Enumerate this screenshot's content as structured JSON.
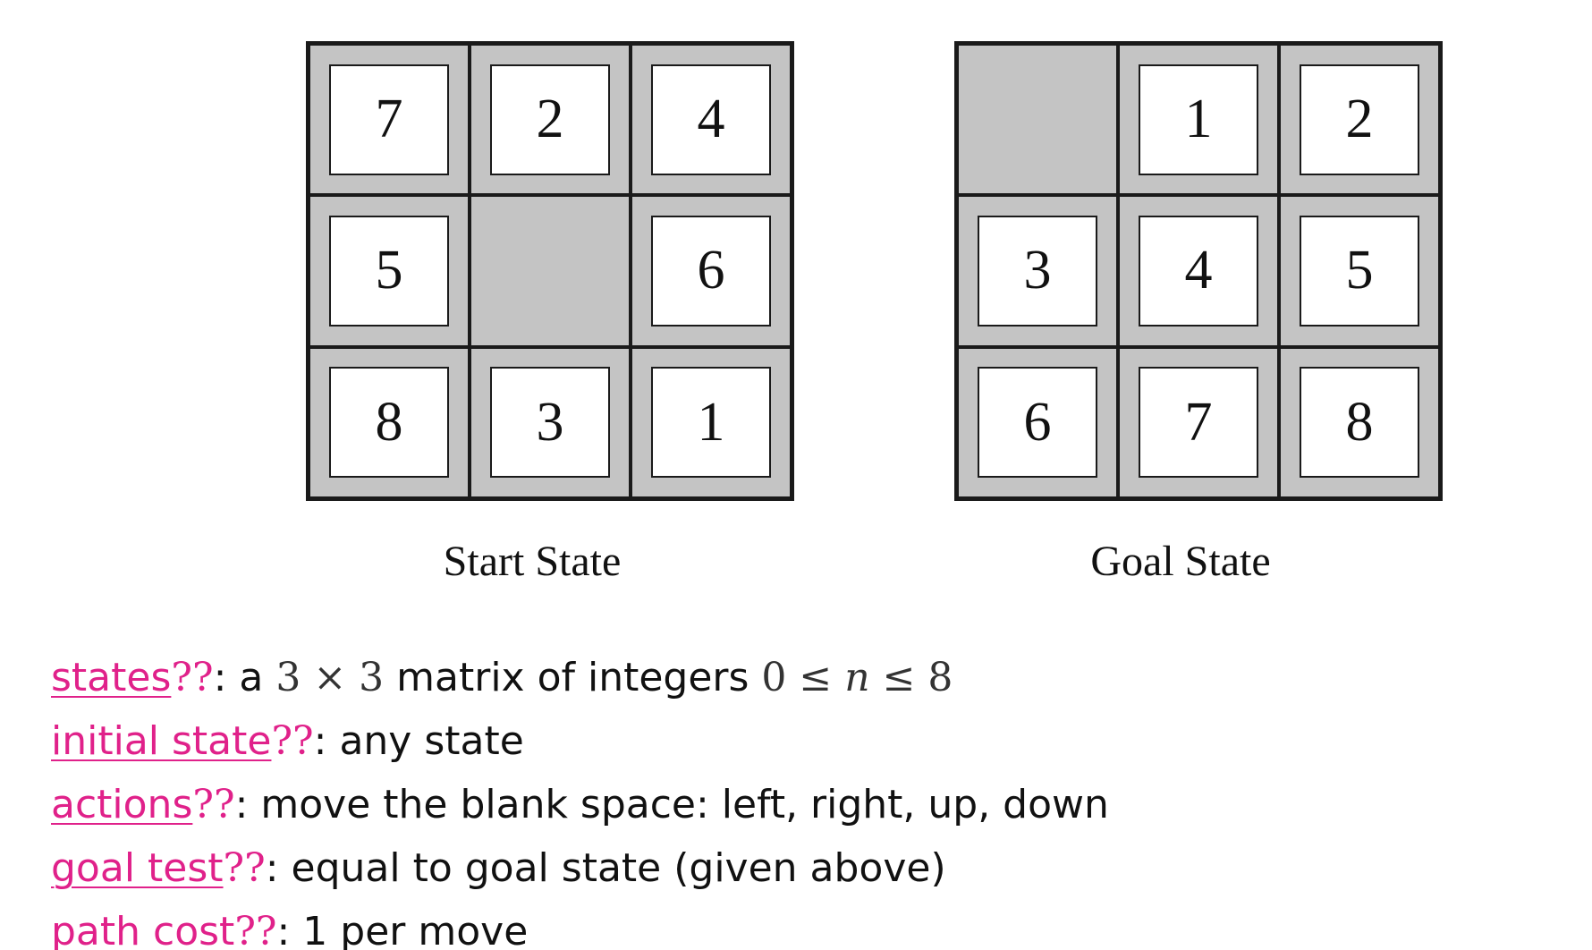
{
  "start_state": {
    "caption": "Start State",
    "tiles": [
      "7",
      "2",
      "4",
      "5",
      "",
      "6",
      "8",
      "3",
      "1"
    ]
  },
  "goal_state": {
    "caption": "Goal State",
    "tiles": [
      "",
      "1",
      "2",
      "3",
      "4",
      "5",
      "6",
      "7",
      "8"
    ]
  },
  "definitions": {
    "states": {
      "term": "states",
      "qmark": "??",
      "colon": ":",
      "text_a": " a ",
      "math_dims": "3 × 3",
      "text_b": " matrix of integers ",
      "math_lower": "0 ≤ ",
      "math_var": "n",
      "math_upper": " ≤ 8"
    },
    "initial_state": {
      "term": "initial state",
      "qmark": "??",
      "text": ": any state"
    },
    "actions": {
      "term": "actions",
      "qmark": "??",
      "text": ": move the blank space: left, right, up, down"
    },
    "goal_test": {
      "term": "goal test",
      "qmark": "??",
      "text": ": equal to goal state (given above)"
    },
    "path_cost": {
      "term": "path cost",
      "qmark": "??",
      "text": ": 1 per move"
    }
  },
  "colors": {
    "term_accent": "#e0218a",
    "board_gray": "#c4c4c4",
    "tile_white": "#ffffff"
  }
}
